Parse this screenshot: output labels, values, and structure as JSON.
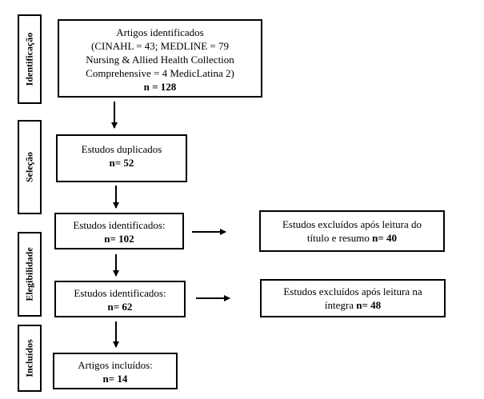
{
  "stages": {
    "identificacao": "Identificação",
    "selecao": "Seleção",
    "elegibilidade": "Elegibilidade",
    "incluidos": "Incluídos"
  },
  "boxes": {
    "identified": {
      "line1": "Artigos identificados",
      "line2": "(CINAHL = 43; MEDLINE = 79",
      "line3": "Nursing & Allied Health Collection",
      "line4": "Comprehensive = 4 MedicLatina 2)",
      "count": "n = 128"
    },
    "duplicates": {
      "label": "Estudos duplicados",
      "count": "n= 52"
    },
    "studies_102": {
      "label": "Estudos identificados:",
      "count": "n= 102"
    },
    "excluded_title": {
      "line1": "Estudos excluídos após leitura do",
      "line2": "título e resumo",
      "count": "n= 40"
    },
    "studies_62": {
      "label": "Estudos identificados:",
      "count": "n= 62"
    },
    "excluded_full": {
      "line1": "Estudos excluídos após leitura na",
      "line2": "íntegra",
      "count": "n= 48"
    },
    "included": {
      "label": "Artigos incluídos:",
      "count": "n= 14"
    }
  }
}
